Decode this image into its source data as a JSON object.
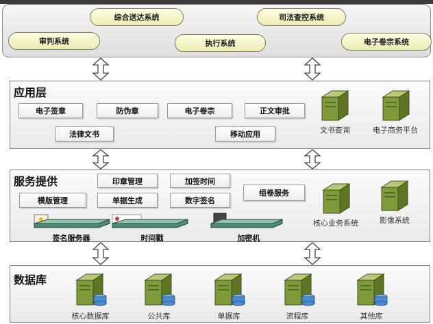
{
  "systems": {
    "comprehensive_delivery": "综合送达系统",
    "judicial_control": "司法查控系统",
    "trial": "审判系统",
    "execution": "执行系统",
    "e_archive": "电子卷宗系统"
  },
  "application_layer": {
    "title": "应用层",
    "buttons": {
      "e_seal": "电子签章",
      "anti_counterfeit_seal": "防伪章",
      "e_dossier": "电子卷宗",
      "document_approval": "正文审批",
      "legal_document": "法律文书",
      "mobile_app": "移动应用"
    },
    "servers": {
      "document_query": "文书查询",
      "e_commerce_platform": "电子商务平台"
    }
  },
  "service_layer": {
    "title": "服务提供",
    "buttons": {
      "seal_management": "印章管理",
      "timestamp_signing": "加签时间",
      "template_management": "模版管理",
      "document_generation": "单据生成",
      "digital_signature": "数字签名",
      "archive_service": "组卷服务"
    },
    "devices": {
      "signing_server": "签名服务器",
      "timestamp": "时间戳",
      "encryptor": "加密机"
    },
    "servers": {
      "core_business": "核心业务系统",
      "imaging": "影像系统"
    }
  },
  "database_layer": {
    "title": "数据库",
    "servers": {
      "core_db": "核心数据库",
      "public_db": "公共库",
      "document_db": "单据库",
      "workflow_db": "流程库",
      "other_db": "其他库"
    }
  },
  "icons": {
    "server": "server-icon",
    "device": "rack-device-icon",
    "arrow": "double-arrow-icon"
  },
  "colors": {
    "server_body": "#7f9a3a",
    "device_body": "#4f8a72",
    "pill_fill": "#f5f3c6",
    "disk": "#4a8bd0"
  }
}
